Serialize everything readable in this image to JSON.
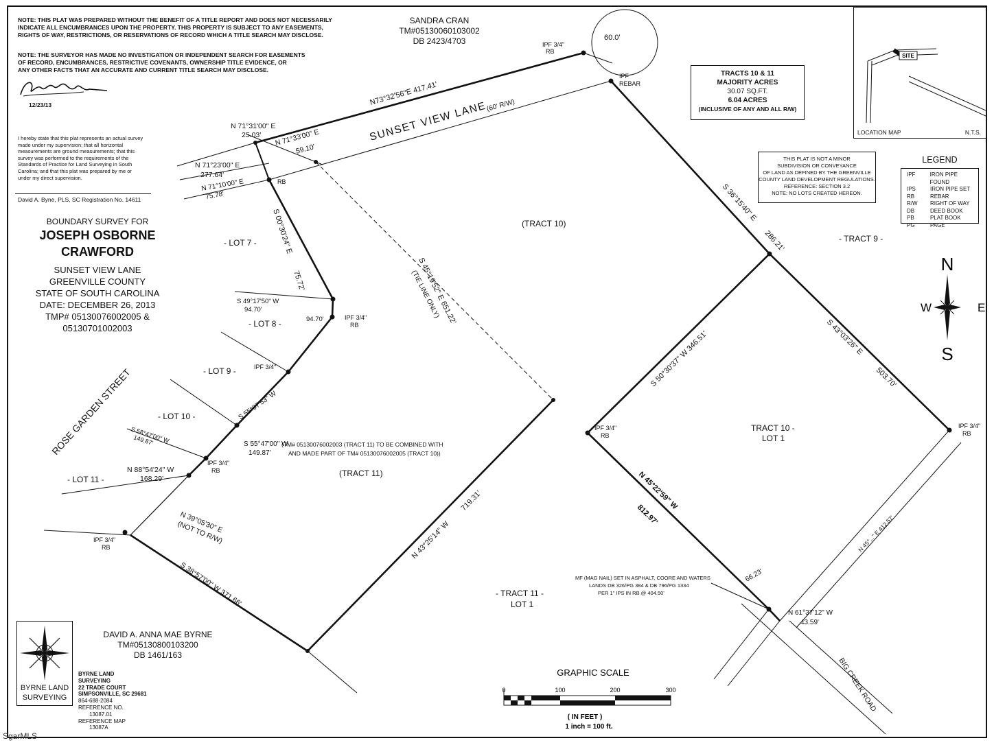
{
  "notes": {
    "note1": [
      "NOTE: THIS PLAT WAS PREPARED WITHOUT THE BENEFIT OF A TITLE REPORT AND DOES NOT NECESSARILY",
      "INDICATE ALL ENCUMBRANCES UPON THE PROPERTY.  THIS PROPERTY IS SUBJECT TO ANY EASEMENTS,",
      "RIGHTS OF WAY, RESTRICTIONS, OR RESERVATIONS OF RECORD WHICH A TITLE SEARCH MAY DISCLOSE."
    ],
    "note2": [
      "NOTE: THE SURVEYOR HAS MADE NO INVESTIGATION OR INDEPENDENT SEARCH FOR EASEMENTS",
      "OF RECORD, ENCUMBRANCES, RESTRICTIVE COVENANTS, OWNERSHIP TITLE EVIDENCE, OR",
      "ANY OTHER FACTS THAT AN ACCURATE AND CURRENT TITLE SEARCH MAY DISCLOSE."
    ],
    "signature_date": "12/23/13",
    "certification": [
      "I hereby state that this plat represents an actual survey",
      "made under my supervision; that all horizontal",
      "measurements are ground measurements; that this",
      "survey was performed to the requirements of the",
      "Standards of Practice for Land Surveying in South",
      "Carolina; and that this plat was prepared by me or",
      "under my direct supervision."
    ],
    "surveyor_reg": "David A. Byne, PLS, SC Registration No. 14611"
  },
  "title_block": {
    "line1": "BOUNDARY SURVEY FOR",
    "name1": "JOSEPH OSBORNE",
    "name2": "CRAWFORD",
    "line3": "SUNSET VIEW LANE",
    "line4": "GREENVILLE COUNTY",
    "line5": "STATE OF SOUTH CAROLINA",
    "line6": "DATE: DECEMBER 26, 2013",
    "line7": "TMP# 05130076002005 &",
    "line8": "05130701002003"
  },
  "owners": {
    "north": [
      "SANDRA CRAN",
      "TM#05130060103002",
      "DB 2423/4703"
    ],
    "south": [
      "DAVID A. ANNA MAE BYRNE",
      "TM#05130800103200",
      "DB 1461/163"
    ]
  },
  "acreage_box": [
    "TRACTS 10 & 11",
    "MAJORITY ACRES",
    "30.07 SQ.FT.",
    "6.04 ACRES",
    "(INCLUSIVE OF ANY AND ALL R/W)"
  ],
  "minor_subdivision_box": [
    "THIS PLAT IS NOT A MINOR",
    "SUBDIVISION OR CONVEYANCE",
    "OF LAND AS DEFINED BY THE GREENVILLE",
    "COUNTY LAND DEVELOPMENT REGULATIONS.",
    "REFERENCE: SECTION 3.2",
    "NOTE: NO LOTS CREATED HEREON."
  ],
  "location_map": {
    "label": "LOCATION MAP",
    "scale": "N.T.S.",
    "site": "SITE"
  },
  "legend": {
    "title": "LEGEND",
    "items": [
      {
        "abbr": "IPF",
        "desc": "IRON PIPE FOUND"
      },
      {
        "abbr": "IPS",
        "desc": "IRON PIPE SET"
      },
      {
        "abbr": "RB",
        "desc": "REBAR"
      },
      {
        "abbr": "R/W",
        "desc": "RIGHT OF WAY"
      },
      {
        "abbr": "DB",
        "desc": "DEED BOOK"
      },
      {
        "abbr": "PB",
        "desc": "PLAT BOOK"
      },
      {
        "abbr": "PG",
        "desc": "PAGE"
      }
    ]
  },
  "compass": {
    "n": "N",
    "s": "S",
    "e": "E",
    "w": "W"
  },
  "plat_labels": {
    "sunset_view_lane": "SUNSET VIEW LANE",
    "rw_60": "(60' R/W)",
    "rose_garden": "ROSE GARDEN STREET",
    "big_creek": "BIG CREEK ROAD",
    "tract10": "(TRACT 10)",
    "tract11": "(TRACT 11)",
    "tract10_lot1": [
      "TRACT 10 -",
      "LOT 1"
    ],
    "tract11_lot1": [
      "- TRACT 11 -",
      "LOT 1"
    ],
    "tract9": "- TRACT 9 -",
    "lot7": "- LOT 7 -",
    "lot8": "- LOT 8 -",
    "lot9": "- LOT 9 -",
    "lot10": "- LOT 10 -",
    "lot11": "- LOT 11 -",
    "combine_note": [
      "(TM# 05130076002003 (TRACT 11) TO BE COMBINED WITH",
      "AND MADE PART OF TM# 05130076002005 (TRACT 10))"
    ],
    "mag_nail_note": [
      "MF (MAG NAIL) SET IN ASPHALT, COORE AND WATERS",
      "LANDS DB 326/PG 384 & DB 796/PG 1334",
      "PER 1\" IPS IN RB @ 404.50'"
    ],
    "curve_60": "60.0'",
    "b_n73": "N73°32'56\"E  417.41'",
    "b_n7131": "N 71°31'00\" E",
    "d_2503": "25.03'",
    "b_n7133": "N 71°33'00\" E",
    "d_5910": "59.10'",
    "b_n7123": "N 71°23'00\" E",
    "d_27764": "277.64'",
    "b_n7110": "N 71°10'00\" E",
    "d_7578": "75.78'",
    "b_s00": "S 00°30'24\" E",
    "d_7572": "75.72'",
    "b_s4917": "S 49°17'50\" W",
    "d_9470": "94.70'",
    "d_9470b": "94.70'",
    "b_s5507": "S 55°07'53\" W",
    "b_s5847": "S 58°47'00\" W",
    "d_14987": "149.87'",
    "b_s5547": "S 55°47'00\" W",
    "d_14987b": "149.87'",
    "b_n8854": "N 88°54'24\" W",
    "d_16829": "168.29'",
    "b_n3905": "N 39°05'30\" E",
    "not_to_rw": "(NOT TO R/W)",
    "b_s3857": "S 38°57'00\" W  371.66'",
    "b_n4325": "N 43°25'14\" W",
    "d_71931": "719.31'",
    "b_s4519": "S 45°19'52\" E  651.22'",
    "tie_line": "(TIE LINE ONLY)",
    "b_s3615": "S 36°15'40\" E",
    "d_28621": "286.21'",
    "b_s5030": "S 50°30'37\" W  346.51'",
    "b_s4303": "S 43°03'26\" E",
    "d_50370": "503.70'",
    "b_n4522": "N 45°22'59\" W",
    "d_81297": "812.97'",
    "b_n6137": "N 61°37'12\" W",
    "d_4359": "43.59'",
    "d_6623": "66.23'",
    "b_n45e": "N 45°...\" E  412.57'",
    "ipf_rb": "IPF 3/4\"",
    "rb": "RB",
    "ipf": "IPF",
    "rebar": "REBAR"
  },
  "company": {
    "name": "BYRNE LAND SURVEYING",
    "block": [
      "BYRNE LAND",
      "SURVEYING",
      "22 TRADE COURT",
      "SIMPSONVILLE, SC 29681",
      "864-688-2084"
    ],
    "ref_no": [
      "REFERENCE NO.",
      "13087.01"
    ],
    "ref_map": [
      "REFERENCE MAP",
      "13087A"
    ]
  },
  "scale_bar": {
    "title": "GRAPHIC SCALE",
    "ticks": [
      "0",
      "100",
      "200",
      "300"
    ],
    "units": "( IN FEET )",
    "ratio": "1 inch = 100  ft."
  },
  "watermark": "SgarMLS"
}
